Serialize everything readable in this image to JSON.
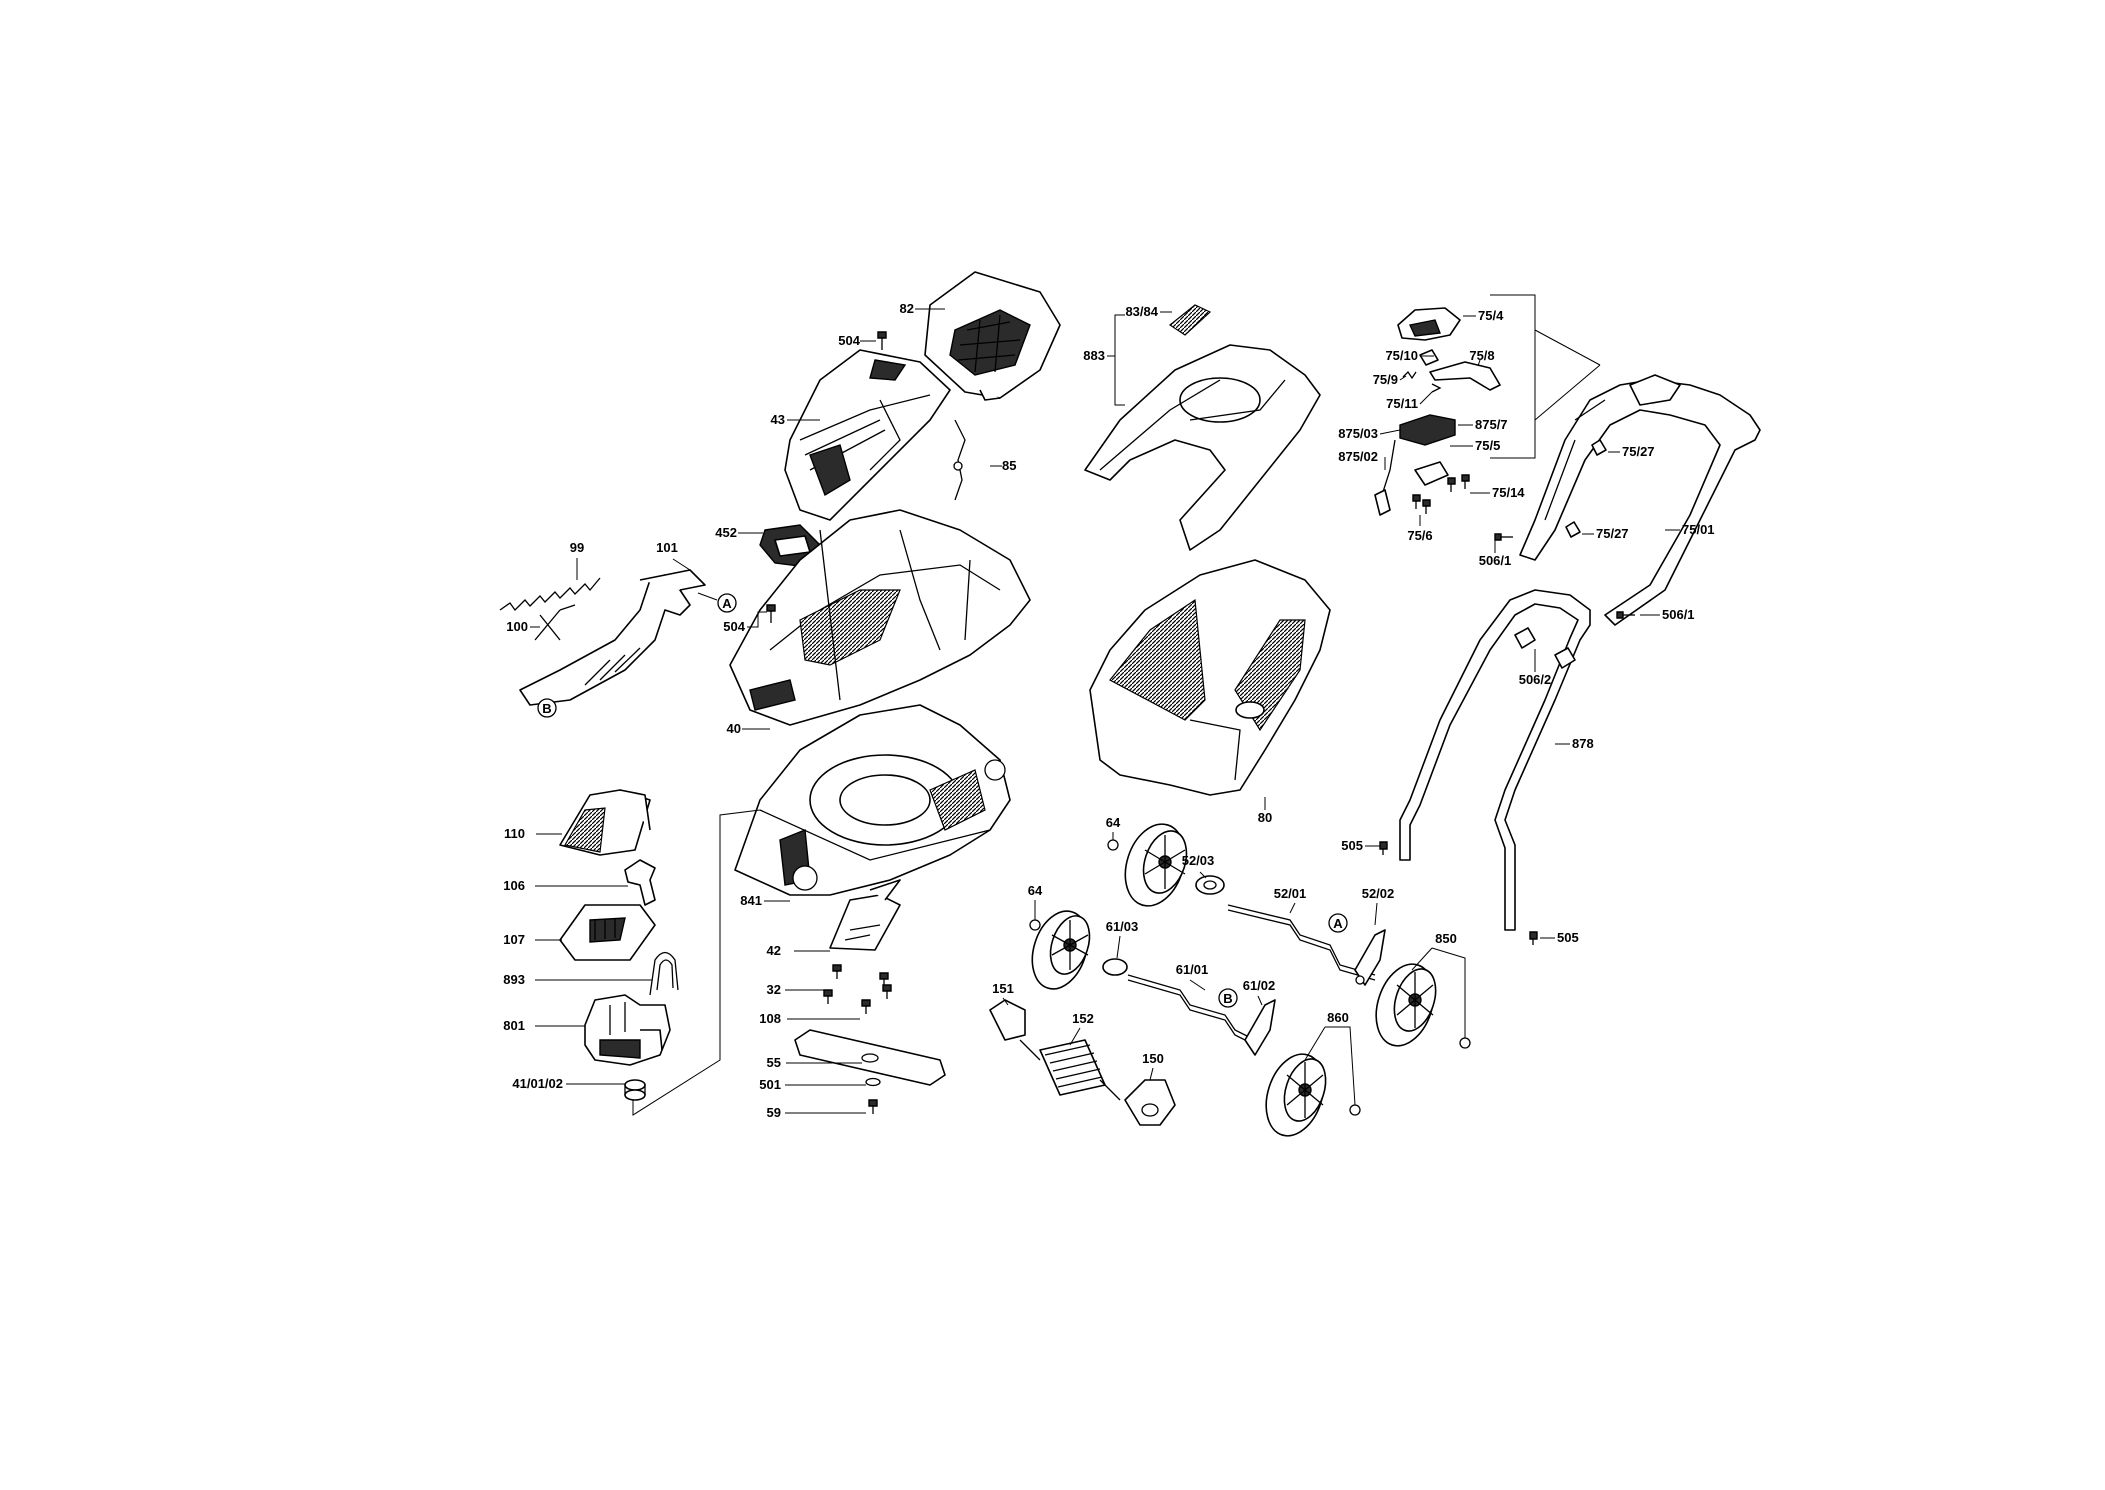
{
  "diagram": {
    "labels": {
      "l82": "82",
      "l504a": "504",
      "l43": "43",
      "l85": "85",
      "l452": "452",
      "l504b": "504",
      "l40": "40",
      "l99": "99",
      "l101": "101",
      "l100": "100",
      "l110": "110",
      "l106": "106",
      "l107": "107",
      "l893": "893",
      "l801": "801",
      "l410102": "41/01/02",
      "l841": "841",
      "l42": "42",
      "l32": "32",
      "l108": "108",
      "l55": "55",
      "l501": "501",
      "l59": "59",
      "l8384": "83/84",
      "l883": "883",
      "l80": "80",
      "l64a": "64",
      "l5203": "52/03",
      "l5201": "52/01",
      "l5202": "52/02",
      "l64b": "64",
      "l6103": "61/03",
      "l6101": "61/01",
      "l6102": "61/02",
      "l151": "151",
      "l152": "152",
      "l150": "150",
      "l860": "860",
      "l850": "850",
      "l754": "75/4",
      "l7510": "75/10",
      "l759": "75/9",
      "l758": "75/8",
      "l7511": "75/11",
      "l87503": "875/03",
      "l8757": "875/7",
      "l755": "75/5",
      "l87502": "875/02",
      "l7514": "75/14",
      "l756": "75/6",
      "l7527a": "75/27",
      "l7527b": "75/27",
      "l7501": "75/01",
      "l5061a": "506/1",
      "l5061b": "506/1",
      "l5062": "506/2",
      "l878": "878",
      "l505a": "505",
      "l505b": "505"
    },
    "markers": {
      "a1": "A",
      "b1": "B",
      "a2": "A",
      "b2": "B"
    }
  }
}
